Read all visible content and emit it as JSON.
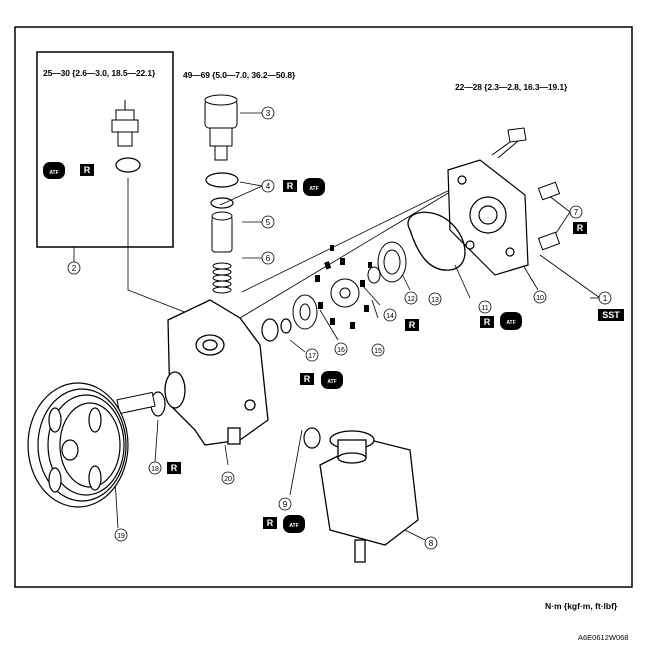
{
  "torque_specs": {
    "inset": "25—30 {2.6—3.0, 18.5—22.1}",
    "pressure_switch": "49—69 {5.0—7.0, 36.2—50.8}",
    "bracket_bolt": "22—28 {2.3—2.8, 16.3—19.1}"
  },
  "symbols": {
    "replace": "R",
    "fluid": "ATF",
    "sst": "SST"
  },
  "part_numbers": [
    "1",
    "2",
    "3",
    "4",
    "5",
    "6",
    "7",
    "8",
    "9",
    "10",
    "11",
    "12",
    "13",
    "14",
    "15",
    "16",
    "17",
    "18",
    "19",
    "20"
  ],
  "units_note": "N·m {kgf·m, ft·lbf}",
  "figure_code": "A6E0612W068"
}
